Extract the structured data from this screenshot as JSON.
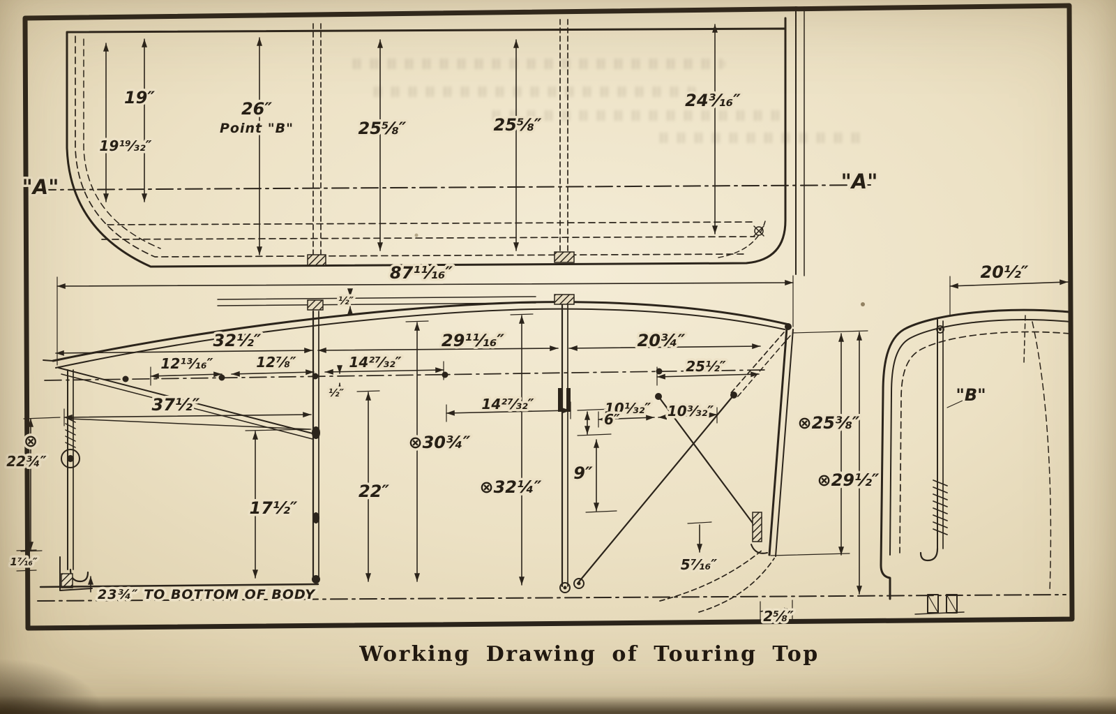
{
  "caption": "Working Drawing of Touring Top",
  "symbols": {
    "otimes": "⊗"
  },
  "plan": {
    "a_left": "\"A\"",
    "a_right": "\"A\"",
    "d19": "19″",
    "d19_19_32": "19¹⁹⁄₃₂″",
    "d26": "26″",
    "d26_note": "Point \"B\"",
    "d25_58_a": "25⅝″",
    "d25_58_b": "25⅝″",
    "d24_3_16": "24³⁄₁₆″"
  },
  "elevation": {
    "overall": "87¹¹⁄₁₆″",
    "d32_12": "32½″",
    "d29_11_16": "29¹¹⁄₁₆″",
    "d20_34": "20¾″",
    "d12_13_16": "12¹³⁄₁₆″",
    "d12_78": "12⅞″",
    "d14_27_32_a": "14²⁷⁄₃₂″",
    "d25_12": "25½″",
    "d37_12": "37½″",
    "d14_27_32_b": "14²⁷⁄₃₂″",
    "d10_1_32": "10¹⁄₃₂″",
    "d10_3_32": "10³⁄₃₂″",
    "d6": "6″",
    "d9": "9″",
    "d22_34": "22¾″",
    "d30_34": "⊗30¾″",
    "d32_14": "⊗32¼″",
    "d25_38": "⊗25⅜″",
    "d29_12": "⊗29½″",
    "d17_12": "17½″",
    "d22": "22″",
    "d5_7_16": "5⁷⁄₁₆″",
    "d2_58": "2⅝″",
    "d1_7_16": "1⁷⁄₁₆″",
    "d23_34_note": "23¾″ TO BOTTOM OF BODY",
    "d_half_top": "½″",
    "d_half_mid": "½″"
  },
  "rear": {
    "d20_12": "20½″",
    "b_label": "\"B\""
  }
}
